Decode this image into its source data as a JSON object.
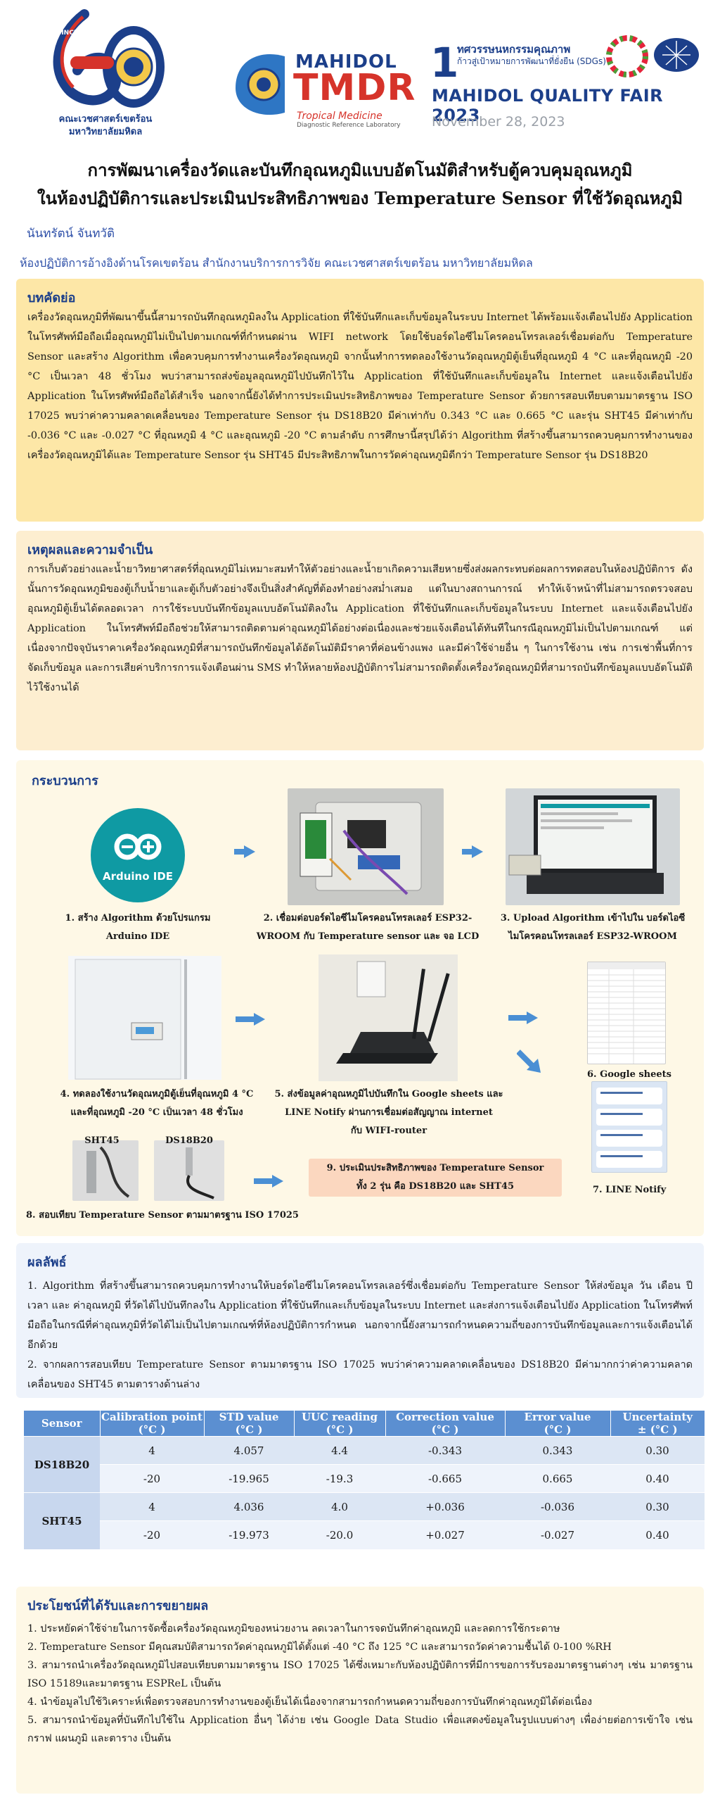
{
  "logos": {
    "sixty": {
      "since": "SINCE 1960",
      "faculty": "คณะเวชศาสตร์เขตร้อน",
      "university": "มหาวิทยาลัยมหิดล"
    },
    "tmdr": {
      "mahidol": "MAHIDOL",
      "tmdr": "TMDR",
      "tm": "Tropical Medicine",
      "lab": "Diagnostic Reference Laboratory"
    },
    "mqf": {
      "one": "1",
      "thai_line1": "ทศวรรษนหกรรมคุณภาพ",
      "thai_line2": "ก้าวสู่เป้าหมายการพัฒนาที่ยั่งยืน (SDGs)",
      "fair": "MAHIDOL QUALITY FAIR 2023",
      "date": "November 28, 2023"
    }
  },
  "title": {
    "line1": "การพัฒนาเครื่องวัดและบันทึกอุณหภูมิแบบอัตโนมัติสำหรับตู้ควบคุมอุณหภูมิ",
    "line2": "ในห้องปฏิบัติการและประเมินประสิทธิภาพของ Temperature Sensor ที่ใช้วัดอุณหภูมิ"
  },
  "author": "นันทรัตน์ จันทวัติ",
  "affiliation": "ห้องปฏิบัติการอ้างอิงด้านโรคเขตร้อน สำนักงานบริการการวิจัย คณะเวชศาสตร์เขตร้อน มหาวิทยาลัยมหิดล",
  "abstract": {
    "heading": "บทคัดย่อ",
    "body": "เครื่องวัดอุณหภูมิที่พัฒนาขึ้นนี้สามารถบันทึกอุณหภูมิลงใน Application ที่ใช้บันทึกและเก็บข้อมูลในระบบ Internet ได้พร้อมแจ้งเตือนไปยัง Application ในโทรศัพท์มือถือเมื่ออุณหภูมิไม่เป็นไปตามเกณฑ์ที่กำหนดผ่าน WIFI network โดยใช้บอร์ดไอซีไมโครคอนโทรลเลอร์เชื่อมต่อกับ Temperature Sensor และสร้าง Algorithm เพื่อควบคุมการทำงานเครื่องวัดอุณหภูมิ จากนั้นทำการทดลองใช้งานวัดอุณหภูมิตู้เย็นที่อุณหภูมิ 4 °C และที่อุณหภูมิ -20 °C เป็นเวลา 48 ชั่วโมง พบว่าสามารถส่งข้อมูลอุณหภูมิไปบันทึกไว้ใน Application ที่ใช้บันทึกและเก็บข้อมูลใน Internet และแจ้งเตือนไปยัง Application ในโทรศัพท์มือถือได้สำเร็จ นอกจากนี้ยังได้ทำการประเมินประสิทธิภาพของ Temperature Sensor ด้วยการสอบเทียบตามมาตรฐาน ISO 17025 พบว่าค่าความคลาดเคลื่อนของ Temperature Sensor รุ่น DS18B20 มีค่าเท่ากับ 0.343 °C และ 0.665 °C และรุ่น SHT45 มีค่าเท่ากับ -0.036 °C และ -0.027 °C ที่อุณหภูมิ 4 °C และอุณหภูมิ -20 °C ตามลำดับ การศึกษานี้สรุปได้ว่า Algorithm ที่สร้างขึ้นสามารถควบคุมการทำงานของเครื่องวัดอุณหภูมิได้และ Temperature Sensor รุ่น SHT45 มีประสิทธิภาพในการวัดค่าอุณหภูมิดีกว่า Temperature Sensor รุ่น DS18B20"
  },
  "rationale": {
    "heading": "เหตุผลและความจำเป็น",
    "body": "การเก็บตัวอย่างและน้ำยาวิทยาศาสตร์ที่อุณหภูมิไม่เหมาะสมทำให้ตัวอย่างและน้ำยาเกิดความเสียหายซึ่งส่งผลกระทบต่อผลการทดสอบในห้องปฏิบัติการ ดังนั้นการวัดอุณหภูมิของตู้เก็บน้ำยาและตู้เก็บตัวอย่างจึงเป็นสิ่งสำคัญที่ต้องทำอย่างสม่ำเสมอ แต่ในบางสถานการณ์ ทำให้เจ้าหน้าที่ไม่สามารถตรวจสอบอุณหภูมิตู้เย็นได้ตลอดเวลา การใช้ระบบบันทึกข้อมูลแบบอัตโนมัติลงใน Application ที่ใช้บันทึกและเก็บข้อมูลในระบบ Internet และแจ้งเตือนไปยัง Application ในโทรศัพท์มือถือช่วยให้สามารถติดตามค่าอุณหภูมิได้อย่างต่อเนื่องและช่วยแจ้งเตือนได้ทันทีในกรณีอุณหภูมิไม่เป็นไปตามเกณฑ์ แต่เนื่องจากปัจจุบันราคาเครื่องวัดอุณหภูมิที่สามารถบันทึกข้อมูลได้อัตโนมัติมีราคาที่ค่อนข้างแพง และมีค่าใช้จ่ายอื่น ๆ ในการใช้งาน เช่น การเช่าพื้นที่การจัดเก็บข้อมูล และการเสียค่าบริการการแจ้งเตือนผ่าน SMS ทำให้หลายห้องปฏิบัติการไม่สามารถติดตั้งเครื่องวัดอุณหภูมิที่สามารถบันทึกข้อมูลแบบอัตโนมัติไว้ใช้งานได้"
  },
  "process": {
    "heading": "กระบวนการ",
    "arduino_label": "Arduino IDE",
    "sensor_labels": [
      "SHT45",
      "DS18B20"
    ],
    "steps": [
      {
        "l1": "1. สร้าง Algorithm ด้วยโปรแกรม",
        "l2": "Arduino IDE"
      },
      {
        "l1": "2. เชื่อมต่อบอร์ดไอซีไมโครคอนโทรลเลอร์ ESP32-",
        "l2": "WROOM กับ Temperature sensor และ จอ LCD"
      },
      {
        "l1": "3. Upload Algorithm เข้าไปใน บอร์ดไอซี",
        "l2": "ไมโครคอนโทรลเลอร์ ESP32-WROOM"
      },
      {
        "l1": "4. ทดลองใช้งานวัดอุณหภูมิตู้เย็นที่อุณหภูมิ 4 °C",
        "l2": "และที่อุณหภูมิ -20 °C เป็นเวลา 48 ชั่วโมง"
      },
      {
        "l1": "5. ส่งข้อมูลค่าอุณหภูมิไปบันทึกใน Google sheets และ",
        "l2": "LINE Notify ผ่านการเชื่อมต่อสัญญาณ internet",
        "l3": "กับ WIFI-router"
      },
      {
        "l1": "6. Google sheets"
      },
      {
        "l1": "7. LINE Notify"
      },
      {
        "l1": "8. สอบเทียบ Temperature Sensor ตามมาตรฐาน ISO 17025"
      },
      {
        "l1": "9. ประเมินประสิทธิภาพของ Temperature Sensor",
        "l2": "ทั้ง 2 รุ่น คือ DS18B20 และ SHT45"
      }
    ]
  },
  "results": {
    "heading": "ผลลัพธ์",
    "p1": "1. Algorithm ที่สร้างขึ้นสามารถควบคุมการทำงานให้บอร์ดไอซีไมโครคอนโทรลเลอร์ซึ่งเชื่อมต่อกับ Temperature Sensor ให้ส่งข้อมูล วัน เดือน ปี เวลา และ ค่าอุณหภูมิ ที่วัดได้ไปบันทึกลงใน Application ที่ใช้บันทึกและเก็บข้อมูลในระบบ Internet และส่งการแจ้งเตือนไปยัง Application ในโทรศัพท์มือถือในกรณีที่ค่าอุณหภูมิที่วัดได้ไม่เป็นไปตามเกณฑ์ที่ห้องปฏิบัติการกำหนด นอกจากนี้ยังสามารถกำหนดความถี่ของการบันทึกข้อมูลและการแจ้งเตือนได้อีกด้วย",
    "p2": "2. จากผลการสอบเทียบ Temperature Sensor ตามมาตรฐาน ISO 17025 พบว่าค่าความคลาดเคลื่อนของ DS18B20 มีค่ามากกว่าค่าความคลาดเคลื่อนของ SHT45 ตามตารางด้านล่าง"
  },
  "table": {
    "headers": [
      {
        "l1": "Sensor",
        "l2": ""
      },
      {
        "l1": "Calibration point",
        "l2": "(°C )"
      },
      {
        "l1": "STD value",
        "l2": "(°C )"
      },
      {
        "l1": "UUC reading",
        "l2": "(°C )"
      },
      {
        "l1": "Correction value",
        "l2": "(°C )"
      },
      {
        "l1": "Error value",
        "l2": "(°C )"
      },
      {
        "l1": "Uncertainty",
        "l2": "± (°C )"
      }
    ],
    "groups": [
      {
        "sensor": "DS18B20",
        "rows": [
          [
            "4",
            "4.057",
            "4.4",
            "-0.343",
            "0.343",
            "0.30"
          ],
          [
            "-20",
            "-19.965",
            "-19.3",
            "-0.665",
            "0.665",
            "0.40"
          ]
        ]
      },
      {
        "sensor": "SHT45",
        "rows": [
          [
            "4",
            "4.036",
            "4.0",
            "+0.036",
            "-0.036",
            "0.30"
          ],
          [
            "-20",
            "-19.973",
            "-20.0",
            "+0.027",
            "-0.027",
            "0.40"
          ]
        ]
      }
    ]
  },
  "benefits": {
    "heading": "ประโยชน์ที่ได้รับและการขยายผล",
    "items": [
      "1. ประหยัดค่าใช้จ่ายในการจัดซื้อเครื่องวัดอุณหภูมิของหน่วยงาน ลดเวลาในการจดบันทึกค่าอุณหภูมิ และลดการใช้กระดาษ",
      "2. Temperature Sensor มีคุณสมบัติสามารถวัดค่าอุณหภูมิได้ตั้งแต่ -40 °C ถึง 125 °C และสามารถวัดค่าความชื้นได้ 0-100 %RH",
      "3. สามารถนำเครื่องวัดอุณหภูมิไปสอบเทียบตามมาตรฐาน ISO 17025 ได้ซึ่งเหมาะกับห้องปฏิบัติการที่มีการขอการรับรองมาตรฐานต่างๆ เช่น มาตรฐาน ISO 15189และมาตรฐาน ESPReL เป็นต้น",
      "4. นำข้อมูลไปใช้วิเคราะห์เพื่อตรวจสอบการทำงานของตู้เย็นได้เนื่องจากสามารถกำหนดความถี่ของการบันทึกค่าอุณหภูมิได้ต่อเนื่อง",
      "5. สามารถนำข้อมูลที่บันทึกไปใช้ใน Application อื่นๆ ได้ง่าย เช่น Google Data Studio เพื่อแสดงข้อมูลในรูปแบบต่างๆ เพื่อง่ายต่อการเข้าใจ เช่น กราฟ แผนภูมิ และตาราง เป็นต้น"
    ]
  },
  "colors": {
    "accent_blue": "#1c3f8a",
    "arrow_blue": "#4a8fd4",
    "table_header": "#5b8fd1",
    "tmdr_red": "#d6332a"
  }
}
